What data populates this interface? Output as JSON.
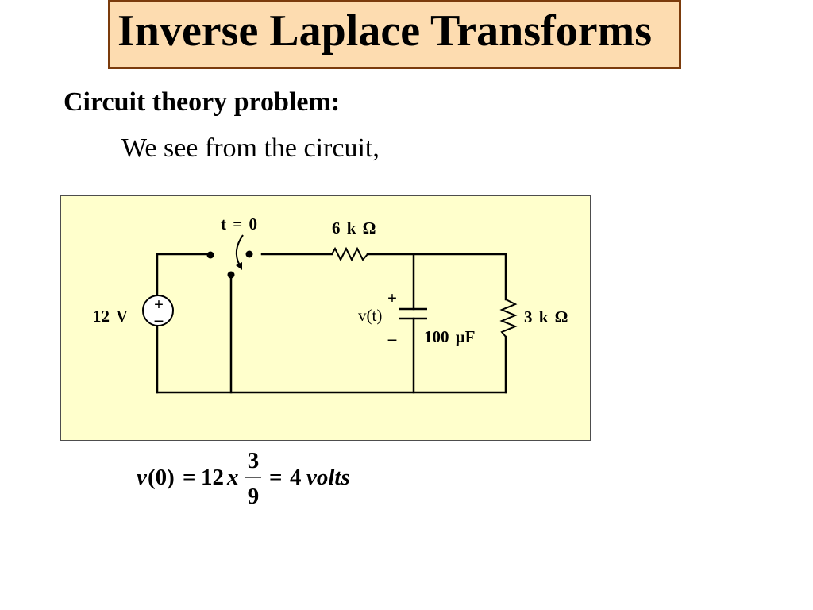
{
  "slide": {
    "title": "Inverse Laplace Transforms",
    "heading": "Circuit theory problem:",
    "intro": "We see from the circuit,"
  },
  "circuit": {
    "switch_label": "t = 0",
    "resistor_6k_label": "6 k Ω",
    "source_label": "12 V",
    "source_plus": "+",
    "source_minus": "_",
    "capacitor_plus": "+",
    "capacitor_voltage": "v(t)",
    "capacitor_minus": "_",
    "capacitor_label": "100 μF",
    "resistor_3k_label": "3 k Ω"
  },
  "equation": {
    "variable": "v",
    "argument": "(0)",
    "equals_1": "=",
    "coefficient": "12",
    "multiply": "x",
    "numerator": "3",
    "denominator": "9",
    "equals_2": "=",
    "result": "4",
    "unit": "volts"
  },
  "colors": {
    "title_background": "#fddcb0",
    "title_border": "#7b3b0c",
    "circuit_background": "#ffffcc",
    "circuit_border": "#4d4d4d"
  }
}
